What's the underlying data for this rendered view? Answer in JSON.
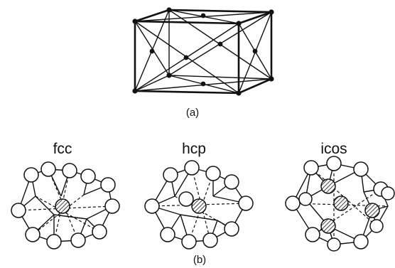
{
  "panel_a": {
    "caption": "(a)"
  },
  "panel_b": {
    "caption": "(b)",
    "clusters": [
      {
        "label": "fcc"
      },
      {
        "label": "hcp"
      },
      {
        "label": "icos"
      }
    ]
  }
}
